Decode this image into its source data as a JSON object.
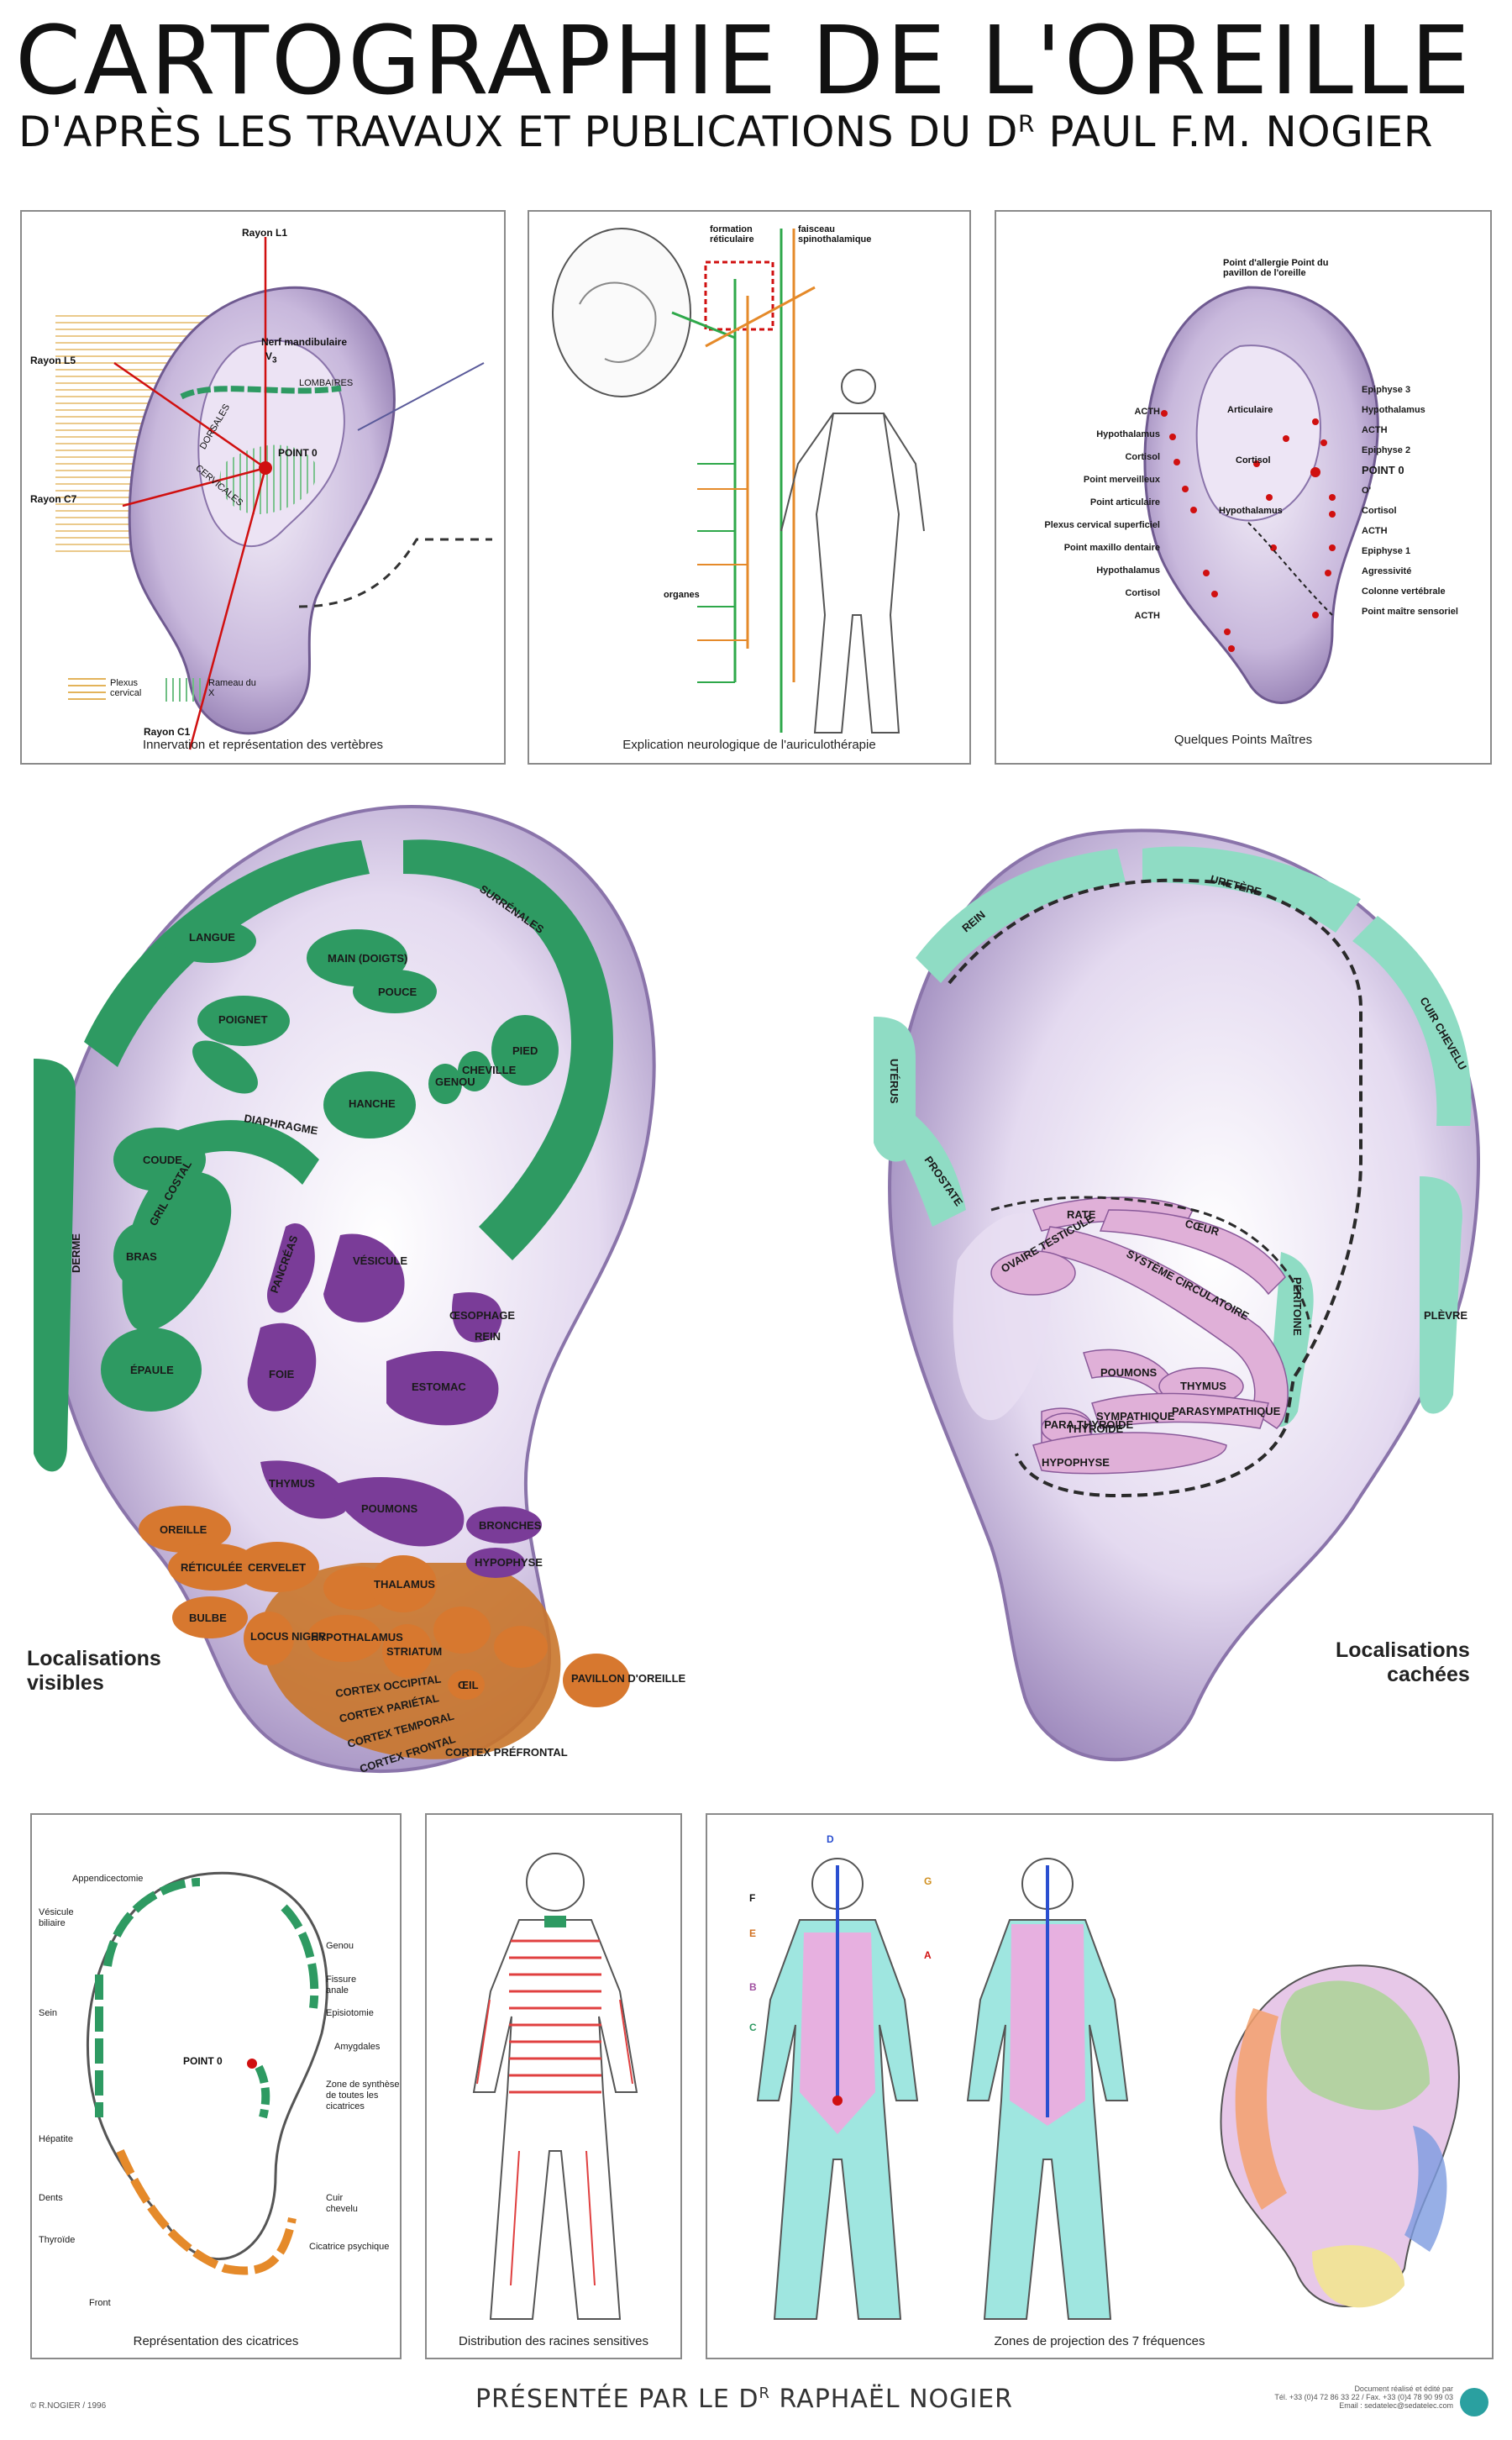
{
  "header": {
    "title": "CARTOGRAPHIE DE L'OREILLE",
    "subtitle_before": "D'APRÈS LES TRAVAUX ET PUBLICATIONS DU D",
    "subtitle_sup": "R",
    "subtitle_after": " PAUL F.M. NOGIER"
  },
  "panel1": {
    "caption": "Innervation et représentation des vertèbres",
    "labels": {
      "rayon_l1": "Rayon L1",
      "rayon_l5": "Rayon L5",
      "rayon_c7": "Rayon C7",
      "rayon_c1": "Rayon C1",
      "nerf": "Nerf mandibulaire",
      "v3": "V",
      "point_o": "POINT 0",
      "dorsales": "DORSALES",
      "lombaires": "LOMBAIRES",
      "cervicales": "CERVICALES",
      "plexus": "Plexus cervical",
      "rameau": "Rameau du X"
    }
  },
  "panel2": {
    "caption": "Explication neurologique de l'auriculothérapie",
    "labels": {
      "formation": "formation réticulaire",
      "faisceau": "faisceau spinothalamique",
      "organes": "organes"
    }
  },
  "panel3": {
    "caption": "Quelques Points Maîtres",
    "labels_top": "Point d'allergie Point du pavillon de l'oreille",
    "left": [
      "ACTH",
      "Hypothalamus",
      "Cortisol",
      "Point merveilleux",
      "Point articulaire",
      "Plexus cervical superficiel",
      "Point maxillo dentaire",
      "Hypothalamus",
      "Cortisol",
      "ACTH"
    ],
    "right": [
      "Epiphyse 3",
      "Hypothalamus",
      "ACTH",
      "Epiphyse 2",
      "POINT 0",
      "O'",
      "Cortisol",
      "ACTH",
      "Epiphyse 1",
      "Agressivité",
      "Colonne vertébrale",
      "Point maître sensoriel"
    ],
    "inner": [
      "Articulaire",
      "Cortisol",
      "Hypothalamus"
    ]
  },
  "left_ear": {
    "caption_line1": "Localisations",
    "caption_line2": "visibles",
    "green": [
      "LANGUE",
      "SURRÉNALES",
      "MAIN (DOIGTS)",
      "POUCE",
      "POIGNET",
      "PIED",
      "HANCHE",
      "DIAPHRAGME",
      "GRIL COSTAL",
      "COUDE",
      "DERME",
      "BRAS",
      "ÉPAULE",
      "GENOU",
      "CHEVILLE"
    ],
    "purple": [
      "PANCRÉAS",
      "VÉSICULE",
      "FOIE",
      "ESTOMAC",
      "ŒSOPHAGE",
      "THYMUS",
      "POUMONS",
      "BRONCHES",
      "HYPOPHYSE",
      "REIN"
    ],
    "orange": [
      "OREILLE",
      "RÉTICULÉE",
      "CERVELET",
      "THALAMUS",
      "BULBE",
      "LOCUS NIGER",
      "HYPOTHALAMUS",
      "STRIATUM",
      "ŒIL",
      "CORTEX OCCIPITAL",
      "CORTEX PARIÉTAL",
      "CORTEX TEMPORAL",
      "CORTEX FRONTAL",
      "CORTEX PRÉFRONTAL",
      "PAVILLON D'OREILLE"
    ]
  },
  "right_ear": {
    "caption_line1": "Localisations",
    "caption_line2": "cachées",
    "teal": [
      "REIN",
      "URETÈRE",
      "CUIR CHEVELU",
      "UTÉRUS",
      "PROSTATE",
      "PLÈVRE",
      "PÉRITOINE"
    ],
    "pink": [
      "RATE",
      "CŒUR",
      "SYSTÈME CIRCULATOIRE",
      "OVAIRE TESTICULE",
      "POUMONS",
      "THYMUS",
      "SYMPATHIQUE",
      "PARASYMPATHIQUE",
      "PARA THYROÏDE",
      "THYROÏDE",
      "HYPOPHYSE"
    ]
  },
  "panel4": {
    "caption": "Représentation des cicatrices",
    "left": [
      "Appendicectomie",
      "Vésicule biliaire",
      "Sein",
      "Hépatite",
      "Dents",
      "Thyroïde",
      "Front"
    ],
    "right": [
      "Genou",
      "Fissure anale",
      "Episiotomie",
      "Amygdales",
      "Zone de synthèse de toutes les cicatrices",
      "Cuir chevelu",
      "Cicatrice psychique"
    ],
    "point_o": "POINT 0"
  },
  "panel5": {
    "caption": "Distribution des racines sensitives"
  },
  "panel6": {
    "caption": "Zones de projection des 7 fréquences",
    "letters": [
      "D",
      "F",
      "G",
      "E",
      "B",
      "C",
      "A"
    ]
  },
  "footer": {
    "before": "PRÉSENTÉE PAR LE D",
    "sup": "R",
    "after": " RAPHAËL NOGIER",
    "copyright": "© R.NOGIER / 1996",
    "publisher_line1": "Document réalisé et édité par",
    "publisher_line2": "Tél. +33 (0)4 72 86 33 22 / Fax. +33 (0)4 78 90 99 03",
    "publisher_line3": "Email : sedatelec@sedatelec.com"
  },
  "colors": {
    "green": "#2e9a62",
    "purple": "#7a3c98",
    "orange": "#d7782f",
    "teal": "#8fdcc4",
    "pink": "#e0b0d8",
    "ear": "#c8b8dc"
  }
}
